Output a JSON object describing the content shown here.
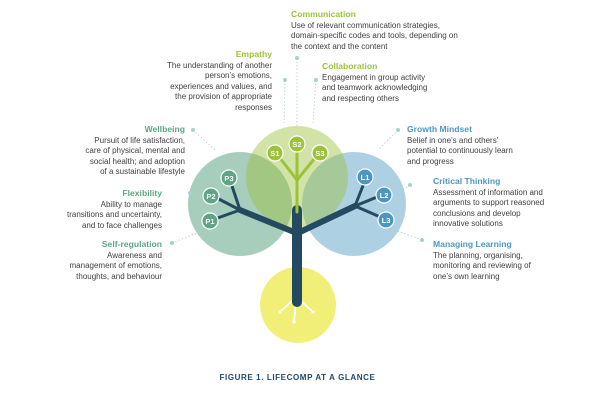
{
  "colors": {
    "social": "#9cc23b",
    "personal": "#5ea485",
    "learning": "#4b97c1",
    "trunk": "#234a60",
    "root": "#f2ef79",
    "caption": "#234a6a"
  },
  "competences": {
    "communication": {
      "title": "Communication",
      "desc": "Use of relevant communication strategies, domain-specific codes and tools, depending on the context and the content"
    },
    "empathy": {
      "title": "Empathy",
      "desc": "The understanding of another person’s emotions, experiences and values, and the provision of appropriate responses"
    },
    "collaboration": {
      "title": "Collaboration",
      "desc": "Engagement in group activity and teamwork acknowledging and respecting others"
    },
    "wellbeing": {
      "title": "Wellbeing",
      "desc": "Pursuit of life satisfaction, care of physical, mental and social health; and adoption of a sustainable lifestyle"
    },
    "growth": {
      "title": "Growth Mindset",
      "desc": "Belief in one’s and others’ potential to continuously learn and progress"
    },
    "flexibility": {
      "title": "Flexibility",
      "desc": "Ability to manage transitions and uncertainty, and to face challenges"
    },
    "critical": {
      "title": "Critical Thinking",
      "desc": "Assessment of information and arguments to support reasoned conclusions and develop innovative solutions"
    },
    "selfreg": {
      "title": "Self-regulation",
      "desc": "Awareness and management of emotions, thoughts, and behaviour"
    },
    "managing": {
      "title": "Managing Learning",
      "desc": "The planning, organising, monitoring and reviewing of one’s own learning"
    }
  },
  "nodes": {
    "p1": "P1",
    "p2": "P2",
    "p3": "P3",
    "s1": "S1",
    "s2": "S2",
    "s3": "S3",
    "l1": "L1",
    "l2": "L2",
    "l3": "L3"
  },
  "caption": "FIGURE 1.   LIFECOMP AT A GLANCE"
}
